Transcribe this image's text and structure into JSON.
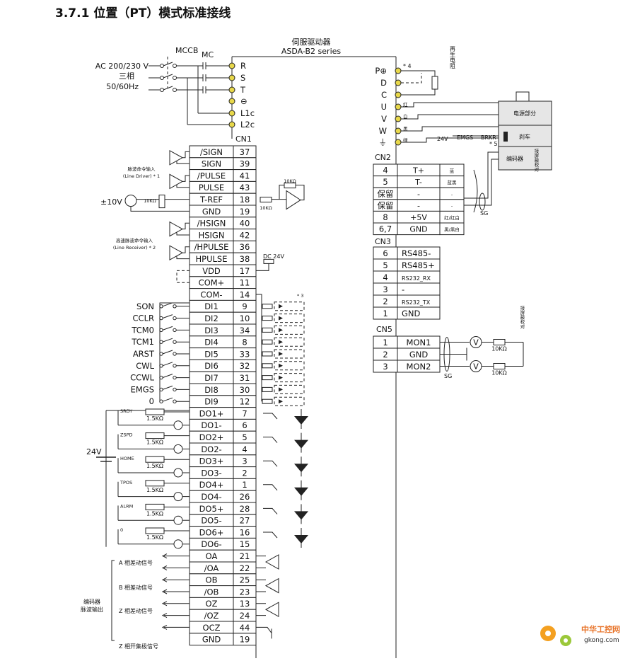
{
  "title": "3.7.1  位置（PT）模式标准接线",
  "drive": {
    "name": "伺服驱动器",
    "model": "ASDA-B2 series"
  },
  "power": {
    "supply": [
      "AC 200/230 V",
      "三相",
      "50/60Hz"
    ],
    "mccb": "MCCB",
    "mc": "MC",
    "terminals": [
      "R",
      "S",
      "T",
      "⊖",
      "L1c",
      "L2c"
    ]
  },
  "motor_terminals": [
    "P⊕",
    "D",
    "C",
    "U",
    "V",
    "W",
    "⏚"
  ],
  "regen_label": "再生电阻",
  "note4": "* 4",
  "note5": "* 5",
  "note3": "* 3",
  "motor": {
    "power_part": "电源部分",
    "brake": "刹车",
    "encoder": "编码器",
    "wires": [
      "红",
      "白",
      "黑",
      "绿"
    ],
    "shield_side": "接屏蔽校对",
    "brake_supply": "24V",
    "emgs": "EMGS",
    "brkr": "BRKR"
  },
  "cn1": {
    "label": "CN1",
    "rows": [
      {
        "name": "/SIGN",
        "pin": "37"
      },
      {
        "name": "SIGN",
        "pin": "39"
      },
      {
        "name": "/PULSE",
        "pin": "41"
      },
      {
        "name": "PULSE",
        "pin": "43"
      },
      {
        "name": "T-REF",
        "pin": "18"
      },
      {
        "name": "GND",
        "pin": "19"
      },
      {
        "name": "/HSIGN",
        "pin": "40"
      },
      {
        "name": "HSIGN",
        "pin": "42"
      },
      {
        "name": "/HPULSE",
        "pin": "36"
      },
      {
        "name": "HPULSE",
        "pin": "38"
      },
      {
        "name": "VDD",
        "pin": "17"
      },
      {
        "name": "COM+",
        "pin": "11"
      },
      {
        "name": "COM-",
        "pin": "14"
      },
      {
        "name": "DI1",
        "pin": "9"
      },
      {
        "name": "DI2",
        "pin": "10"
      },
      {
        "name": "DI3",
        "pin": "34"
      },
      {
        "name": "DI4",
        "pin": "8"
      },
      {
        "name": "DI5",
        "pin": "33"
      },
      {
        "name": "DI6",
        "pin": "32"
      },
      {
        "name": "DI7",
        "pin": "31"
      },
      {
        "name": "DI8",
        "pin": "30"
      },
      {
        "name": "DI9",
        "pin": "12"
      },
      {
        "name": "DO1+",
        "pin": "7"
      },
      {
        "name": "DO1-",
        "pin": "6"
      },
      {
        "name": "DO2+",
        "pin": "5"
      },
      {
        "name": "DO2-",
        "pin": "4"
      },
      {
        "name": "DO3+",
        "pin": "3"
      },
      {
        "name": "DO3-",
        "pin": "2"
      },
      {
        "name": "DO4+",
        "pin": "1"
      },
      {
        "name": "DO4-",
        "pin": "26"
      },
      {
        "name": "DO5+",
        "pin": "28"
      },
      {
        "name": "DO5-",
        "pin": "27"
      },
      {
        "name": "DO6+",
        "pin": "16"
      },
      {
        "name": "DO6-",
        "pin": "15"
      },
      {
        "name": "OA",
        "pin": "21"
      },
      {
        "name": "/OA",
        "pin": "22"
      },
      {
        "name": "OB",
        "pin": "25"
      },
      {
        "name": "/OB",
        "pin": "23"
      },
      {
        "name": "OZ",
        "pin": "13"
      },
      {
        "name": "/OZ",
        "pin": "24"
      },
      {
        "name": "OCZ",
        "pin": "44"
      },
      {
        "name": "GND",
        "pin": "19"
      }
    ]
  },
  "pulse_input_label": [
    "脉波命令输入",
    "(Line Driver) * 1"
  ],
  "hs_pulse_label": [
    "高速脉波命令输入",
    "(Line Receiver) * 2"
  ],
  "analog_label": "±10V",
  "res10k": "10KΩ",
  "dc24v": "DC 24V",
  "di_labels": [
    "SON",
    "CCLR",
    "TCM0",
    "TCM1",
    "ARST",
    "CWL",
    "CCWL",
    "EMGS",
    "0"
  ],
  "do_labels": [
    "SRDY",
    "ZSPD",
    "HOME",
    "TPOS",
    "ALRM",
    "0"
  ],
  "do_res": "1.5KΩ",
  "supply24": "24V",
  "encoder_out": {
    "a": "A 相差动信号",
    "b": "B 相差动信号",
    "z": "Z 相差动信号",
    "group": [
      "编码器",
      "脉波输出"
    ],
    "zoc": "Z 相开集极信号"
  },
  "cn2": {
    "label": "CN2",
    "rows": [
      {
        "pin": "4",
        "sig": "T+",
        "color": "蓝"
      },
      {
        "pin": "5",
        "sig": "T-",
        "color": "蓝黑"
      },
      {
        "pin": "保留",
        "sig": "-",
        "color": "-"
      },
      {
        "pin": "保留",
        "sig": "-",
        "color": "-"
      },
      {
        "pin": "8",
        "sig": "+5V",
        "color": "红/红白"
      },
      {
        "pin": "6,7",
        "sig": "GND",
        "color": "黑/黑白"
      }
    ],
    "sg": "SG"
  },
  "cn3": {
    "label": "CN3",
    "rows": [
      {
        "pin": "6",
        "sig": "RS485-"
      },
      {
        "pin": "5",
        "sig": "RS485+"
      },
      {
        "pin": "4",
        "sig": "RS232_RX"
      },
      {
        "pin": "3",
        "sig": "-"
      },
      {
        "pin": "2",
        "sig": "RS232_TX"
      },
      {
        "pin": "1",
        "sig": "GND"
      }
    ]
  },
  "cn5": {
    "label": "CN5",
    "rows": [
      {
        "pin": "1",
        "sig": "MON1"
      },
      {
        "pin": "2",
        "sig": "GND"
      },
      {
        "pin": "3",
        "sig": "MON2"
      }
    ],
    "sg": "SG",
    "shield_label": "接屏蔽校对",
    "meter": "V"
  },
  "watermark": {
    "brand": "中华工控网",
    "url": "gkong.com"
  }
}
